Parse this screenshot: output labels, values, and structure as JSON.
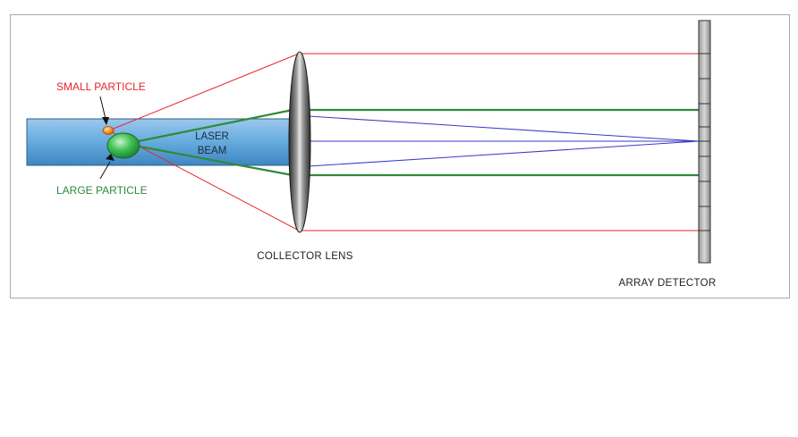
{
  "labels": {
    "small_particle": "SMALL PARTICLE",
    "large_particle": "LARGE PARTICLE",
    "laser_beam_line1": "LASER",
    "laser_beam_line2": "BEAM",
    "collector_lens": "COLLECTOR LENS",
    "array_detector": "ARRAY DETECTOR"
  },
  "colors": {
    "small_particle": "#e8262a",
    "large_particle": "#2e8b3a",
    "laser_beam": "#5a9fd4",
    "focused_rays": "#3a3ac8",
    "frame_border": "#a8a8a8"
  }
}
